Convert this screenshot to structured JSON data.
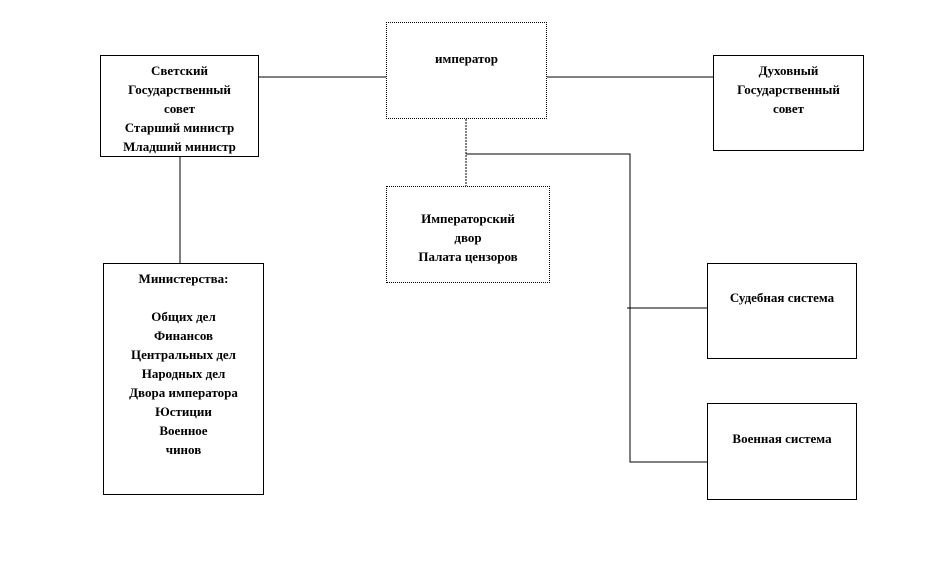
{
  "diagram": {
    "emperor": {
      "title": "император"
    },
    "secular_council": {
      "lines": [
        "Светский",
        "Государственный",
        "совет",
        "Старший министр",
        "Младший министр"
      ]
    },
    "spiritual_council": {
      "lines": [
        "Духовный",
        "Государственный",
        "совет"
      ]
    },
    "imperial_court": {
      "lines": [
        "Императорский",
        "двор",
        "Палата цензоров"
      ]
    },
    "ministries": {
      "title": "Министерства:",
      "items": [
        "Общих дел",
        "Финансов",
        "Центральных дел",
        "Народных дел",
        "Двора императора",
        "Юстиции",
        "Военное",
        "чинов"
      ]
    },
    "judicial_system": {
      "title": "Судебная система"
    },
    "military_system": {
      "title": "Военная система"
    }
  }
}
